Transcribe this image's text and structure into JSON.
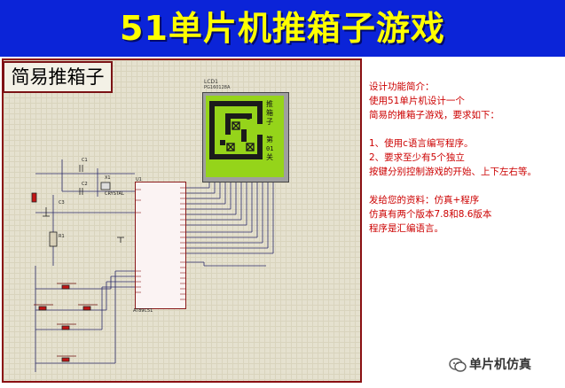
{
  "banner": {
    "title": "51单片机推箱子游戏",
    "bg": "#0b24d8",
    "fg": "#ffff00"
  },
  "schematic": {
    "label": "简易推箱子",
    "lcd_name": "LCD1",
    "lcd_model": "PG160128A",
    "chip_ref": "U1",
    "chip_model": "AT89C51",
    "x1": "X1",
    "x1_sub": "CRYSTAL",
    "c1": "C1",
    "c2": "C2",
    "c3": "C3",
    "r1": "R1",
    "lcd_text": {
      "l1": "推",
      "l2": "箱",
      "l3": "子",
      "l4": "第",
      "l5": "01",
      "l6": "关"
    }
  },
  "description": {
    "lines": [
      "设计功能简介：",
      "使用51单片机设计一个",
      "简易的推箱子游戏，要求如下：",
      "",
      "1、使用c语言编写程序。",
      "2、要求至少有5个独立",
      "按键分别控制游戏的开始、上下左右等。",
      "",
      "发给您的资料：仿真+程序",
      "仿真有两个版本7.8和8.6版本",
      "程序是汇编语言。"
    ],
    "color": "#cc0000"
  },
  "watermark": {
    "text": "单片机仿真",
    "icon": "wechat-icon"
  }
}
